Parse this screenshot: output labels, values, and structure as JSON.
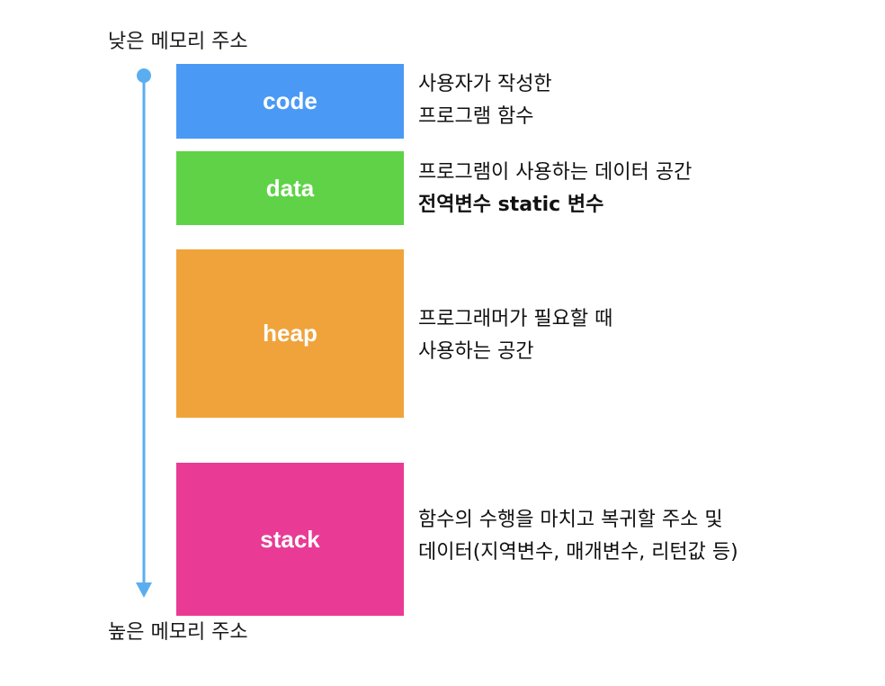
{
  "labels": {
    "low_address": "낮은 메모리 주소",
    "high_address": "높은 메모리 주소"
  },
  "segments": [
    {
      "name": "code",
      "color": "#4a9af5",
      "description": [
        "사용자가 작성한",
        "프로그램 함수"
      ]
    },
    {
      "name": "data",
      "color": "#5fd247",
      "description": [
        "프로그램이 사용하는 데이터 공간",
        "전역변수 static 변수"
      ]
    },
    {
      "name": "heap",
      "color": "#f0a33b",
      "description": [
        "프로그래머가 필요할 때",
        "사용하는 공간"
      ]
    },
    {
      "name": "stack",
      "color": "#e93b95",
      "description": [
        "함수의 수행을 마치고 복귀할 주소 및",
        "데이터(지역변수, 매개변수, 리턴값 등)"
      ]
    }
  ],
  "arrow_color": "#5aaef0"
}
